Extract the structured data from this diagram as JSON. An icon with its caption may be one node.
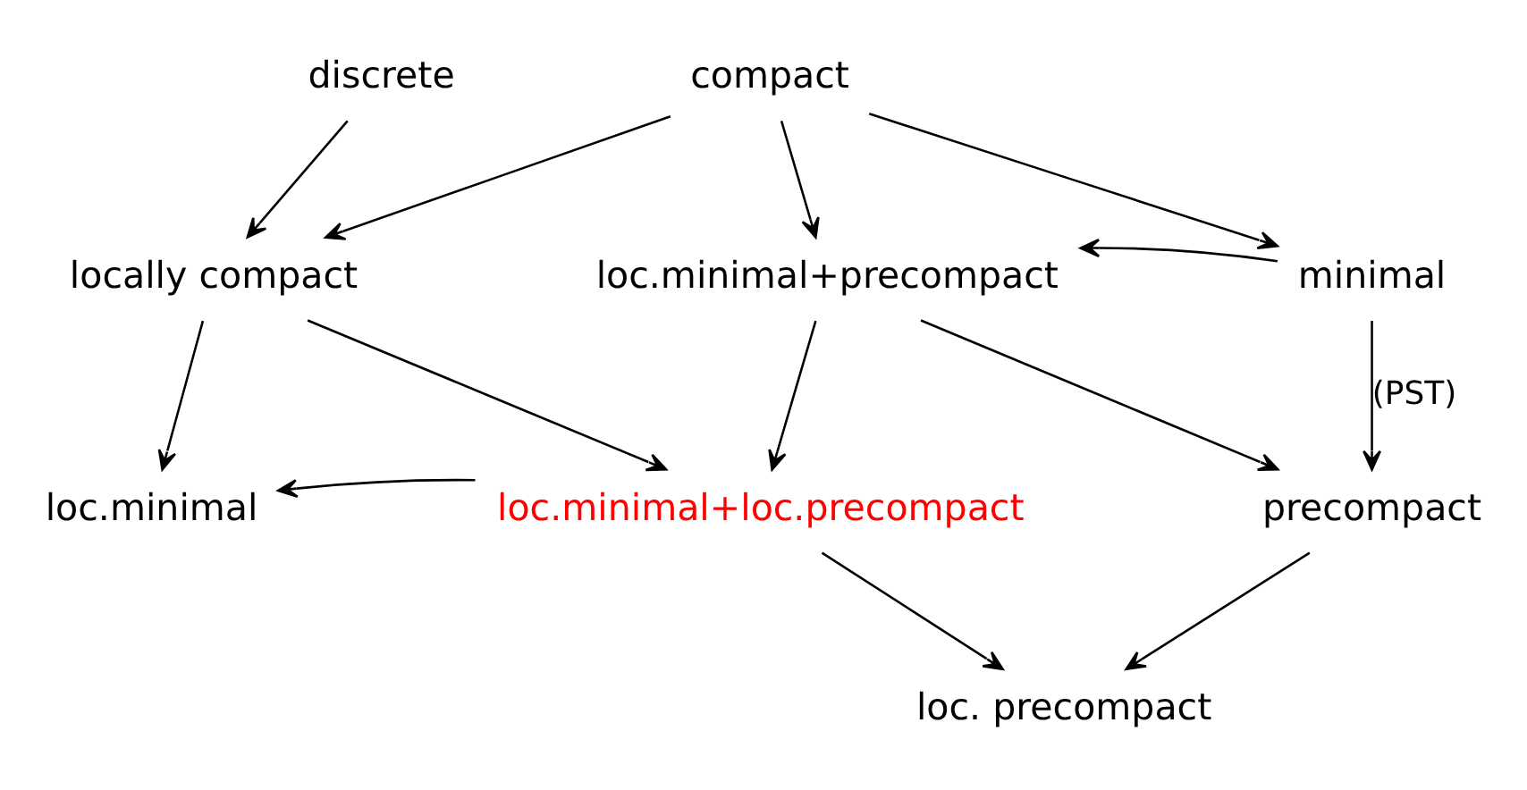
{
  "diagram": {
    "nodes": [
      {
        "text": [
          "discrete"
        ]
      },
      {
        "text": [
          "compact"
        ]
      },
      {
        "text": [
          "locally compact"
        ]
      },
      {
        "text": [
          "loc.minimal+precompact"
        ]
      },
      {
        "text": [
          "minimal"
        ]
      },
      {
        "text": [
          "loc.minimal"
        ]
      },
      {
        "text": [
          "loc.minimal+loc.precompact"
        ]
      },
      {
        "text": [
          "precompact"
        ]
      },
      {
        "text": [
          "loc. precompact"
        ]
      }
    ],
    "edges": [
      {
        "from": 0,
        "to": 2,
        "arrow": "to"
      },
      {
        "from": 1,
        "to": 2,
        "arrow": "to"
      },
      {
        "from": 1,
        "to": 3,
        "arrow": "to"
      },
      {
        "from": 1,
        "to": 4,
        "arrow": "to"
      },
      {
        "from": 4,
        "to": 3,
        "arrow": "to"
      },
      {
        "from": 2,
        "to": 5,
        "arrow": "to"
      },
      {
        "from": 2,
        "to": 6,
        "arrow": "to"
      },
      {
        "from": 3,
        "to": 6,
        "arrow": "to"
      },
      {
        "from": 3,
        "to": 7,
        "arrow": "to"
      },
      {
        "from": 4,
        "to": 7,
        "arrow": "to",
        "label": "(PST)"
      },
      {
        "from": 6,
        "to": 5,
        "arrow": "to"
      },
      {
        "from": 6,
        "to": 8,
        "arrow": "to"
      },
      {
        "from": 7,
        "to": 8,
        "arrow": "to"
      }
    ]
  }
}
